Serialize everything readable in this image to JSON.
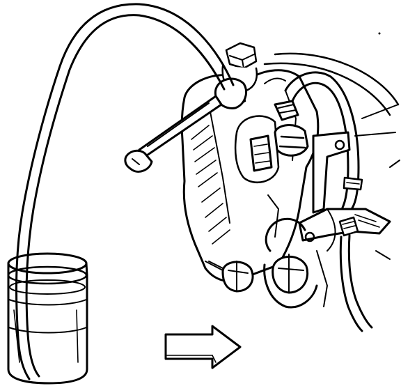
{
  "diagram": {
    "kind": "technical-line-illustration",
    "ink_color": "#000000",
    "paper_color": "#ffffff",
    "components": [
      "caliper-assembly",
      "bleeder-valve",
      "box-wrench",
      "clear-drain-hose",
      "catch-jar-with-fluid",
      "brake-hose",
      "mounting-bracket",
      "mounting-bolts",
      "direction-arrow"
    ],
    "arrow_direction": "right"
  }
}
